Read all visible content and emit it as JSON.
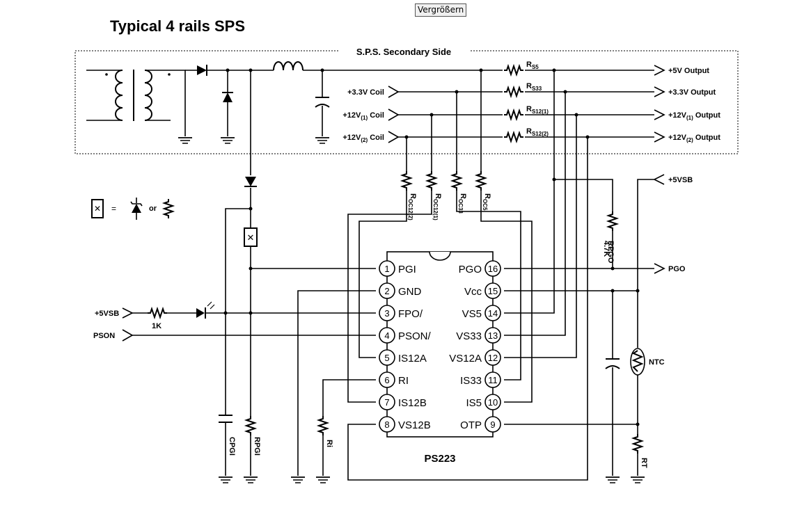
{
  "header": {
    "zoom_button": "Vergrößern",
    "title": "Typical 4 rails SPS"
  },
  "box": {
    "label": "S.P.S. Secondary Side"
  },
  "outputs": [
    "+5V Output",
    "+3.3V Output",
    "+12V(1) Output",
    "+12V(2) Output"
  ],
  "coils": [
    "+3.3V Coil",
    "+12V(1) Coil",
    "+12V(2) Coil"
  ],
  "sense_resistors": [
    "RS5",
    "RS33",
    "RS12(1)",
    "RS12(2)"
  ],
  "oc_resistors": [
    "ROC12(2)",
    "ROC12(1)",
    "ROC33",
    "ROC5"
  ],
  "rpgo": {
    "name": "RPGO",
    "value": "4.7K"
  },
  "inputs": {
    "vsb_right": "+5VSB",
    "vsb_left": "+5VSB",
    "pson": "PSON",
    "r1k": "1K"
  },
  "pgo_label": "PGO",
  "ntc_label": "NTC",
  "bottom_labels": {
    "cpgi": "CPGI",
    "rpgi": "RPGI",
    "ri": "Ri",
    "rt": "RT"
  },
  "legend": {
    "or": "or"
  },
  "ic": {
    "name": "PS223",
    "left_pins": [
      {
        "num": "1",
        "name": "PGI"
      },
      {
        "num": "2",
        "name": "GND"
      },
      {
        "num": "3",
        "name": "FPO/"
      },
      {
        "num": "4",
        "name": "PSON/"
      },
      {
        "num": "5",
        "name": "IS12A"
      },
      {
        "num": "6",
        "name": "RI"
      },
      {
        "num": "7",
        "name": "IS12B"
      },
      {
        "num": "8",
        "name": "VS12B"
      }
    ],
    "right_pins": [
      {
        "num": "16",
        "name": "PGO"
      },
      {
        "num": "15",
        "name": "Vcc"
      },
      {
        "num": "14",
        "name": "VS5"
      },
      {
        "num": "13",
        "name": "VS33"
      },
      {
        "num": "12",
        "name": "VS12A"
      },
      {
        "num": "11",
        "name": "IS33"
      },
      {
        "num": "10",
        "name": "IS5"
      },
      {
        "num": "9",
        "name": "OTP"
      }
    ]
  }
}
